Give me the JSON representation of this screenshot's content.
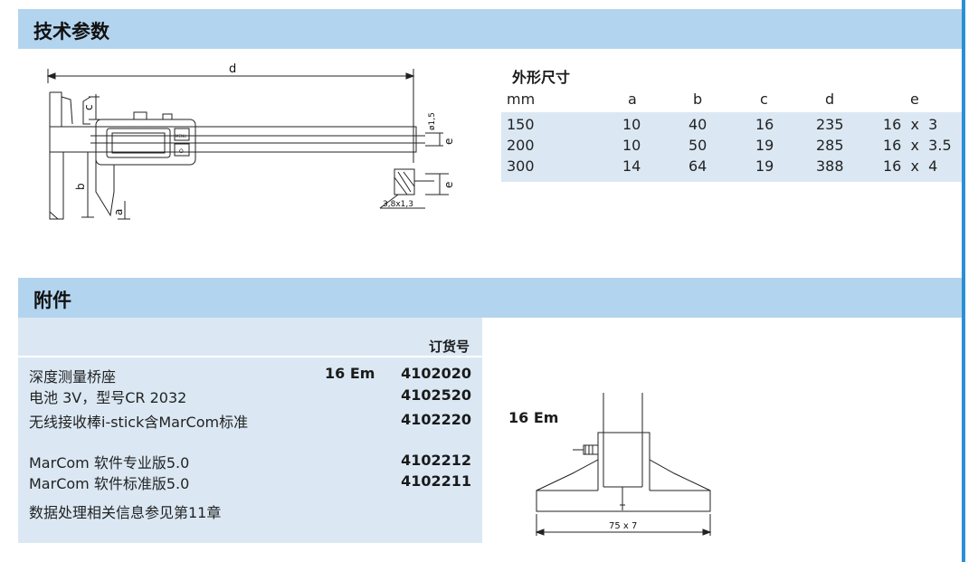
{
  "sections": {
    "tech_title": "技术参数",
    "acc_title": "附件"
  },
  "dimensions": {
    "title": "外形尺寸",
    "headers": [
      "mm",
      "a",
      "b",
      "c",
      "d",
      "e"
    ],
    "rows": [
      [
        "150",
        "10",
        "40",
        "16",
        "235",
        "16  x  3"
      ],
      [
        "200",
        "10",
        "50",
        "19",
        "285",
        "16  x  3.5"
      ],
      [
        "300",
        "14",
        "64",
        "19",
        "388",
        "16  x  4"
      ]
    ]
  },
  "caliper_drawing": {
    "label_d": "d",
    "label_c": "c",
    "label_b": "b",
    "label_a": "a",
    "label_e1": "e",
    "label_e2": "e",
    "label_diam": "ø1,5",
    "label_tip": "3,8x1,3",
    "button_menu": "MENU",
    "button_power": "O"
  },
  "accessories": {
    "order_header": "订货号",
    "items": [
      {
        "name": "深度测量桥座",
        "type": "16 Em",
        "code": "4102020"
      },
      {
        "name": "电池 3V，型号CR 2032",
        "type": "",
        "code": "4102520"
      },
      {
        "name": "无线接收棒i-stick含MarCom标准",
        "type": "",
        "code": "4102220"
      },
      {
        "name": "MarCom 软件专业版5.0",
        "type": "",
        "code": "4102212"
      },
      {
        "name": "MarCom 软件标准版5.0",
        "type": "",
        "code": "4102211"
      },
      {
        "name": "数据处理相关信息参见第11章",
        "type": "",
        "code": ""
      }
    ]
  },
  "bridge_drawing": {
    "label": "16 Em",
    "dimension": "75 x 7"
  }
}
